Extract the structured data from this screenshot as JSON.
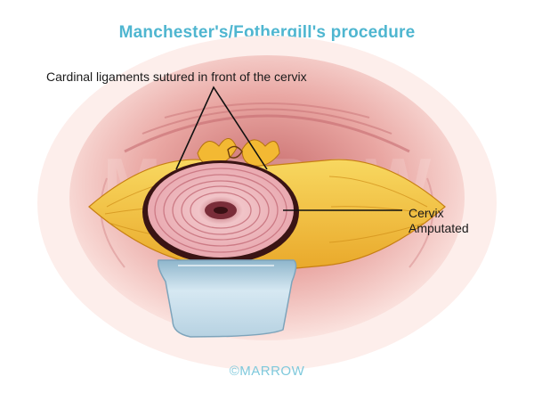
{
  "title": "Manchester's/Fothergill's procedure",
  "labels": {
    "cardinal": "Cardinal ligaments sutured in front of the cervix",
    "cervix_line1": "Cervix",
    "cervix_line2": "Amputated"
  },
  "watermark": "MARROW",
  "brand": "©MARROW",
  "colors": {
    "title": "#4fb6d0",
    "tissue_pink": "#e7a3a3",
    "ligament_yellow": "#f2c43a",
    "speculum_blue": "#bcd9ea"
  }
}
